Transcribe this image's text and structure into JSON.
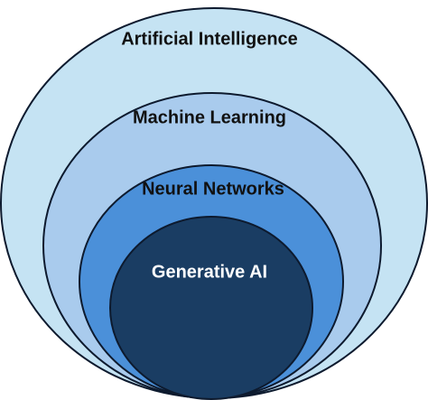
{
  "layers": [
    {
      "label": "Artificial Intelligence",
      "fill": "#c5e3f3",
      "text_color": "#111111"
    },
    {
      "label": "Machine Learning",
      "fill": "#a9cbed",
      "text_color": "#111111"
    },
    {
      "label": "Neural Networks",
      "fill": "#4b90d9",
      "text_color": "#111111"
    },
    {
      "label": "Generative AI",
      "fill": "#1a3d63",
      "text_color": "#ffffff"
    }
  ],
  "stroke_color": "#0d1a2e"
}
